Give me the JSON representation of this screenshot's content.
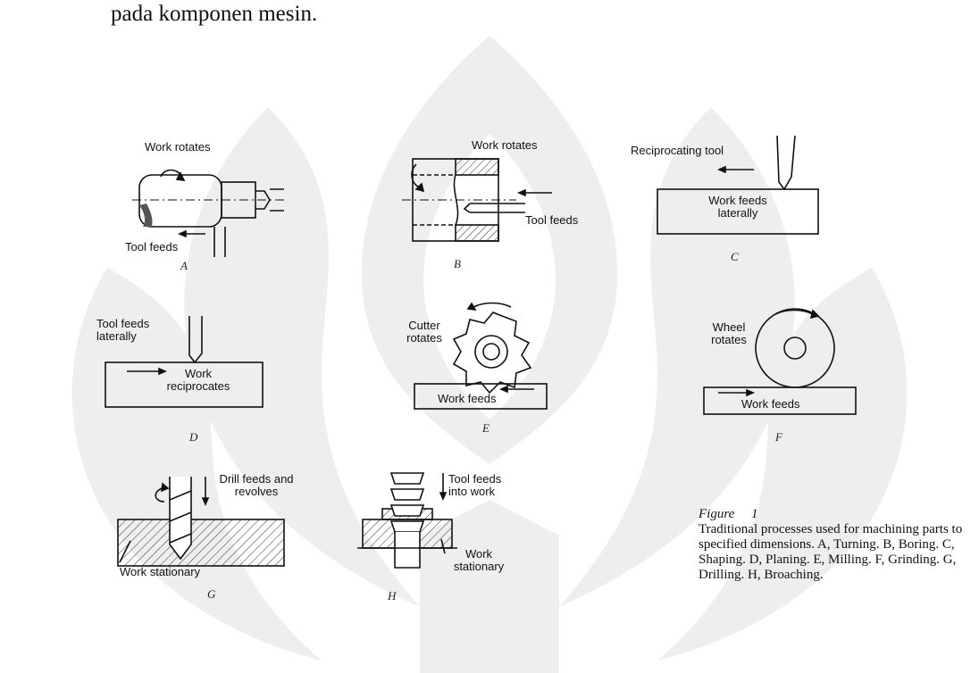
{
  "top_text": "pada komponen mesin.",
  "figure": {
    "panels": [
      {
        "letter": "A",
        "labels": [
          "Work rotates",
          "Tool feeds"
        ]
      },
      {
        "letter": "B",
        "labels": [
          "Work rotates",
          "Tool feeds"
        ]
      },
      {
        "letter": "C",
        "labels": [
          "Reciprocating tool",
          "Work feeds laterally"
        ]
      },
      {
        "letter": "D",
        "labels": [
          "Tool feeds laterally",
          "Work reciprocates"
        ]
      },
      {
        "letter": "E",
        "labels": [
          "Cutter rotates",
          "Work feeds"
        ]
      },
      {
        "letter": "F",
        "labels": [
          "Wheel rotates",
          "Work feeds"
        ]
      },
      {
        "letter": "G",
        "labels": [
          "Drill feeds and revolves",
          "Work stationary"
        ]
      },
      {
        "letter": "H",
        "labels": [
          "Tool feeds into work",
          "Work stationary"
        ]
      }
    ],
    "caption": {
      "figure_word": "Figure",
      "figure_number": "1",
      "text": "Traditional processes used for machining parts to specified dimensions. A, Turning. B, Boring. C, Shaping. D, Planing. E, Milling. F, Grinding. G, Drilling. H, Broaching."
    }
  }
}
